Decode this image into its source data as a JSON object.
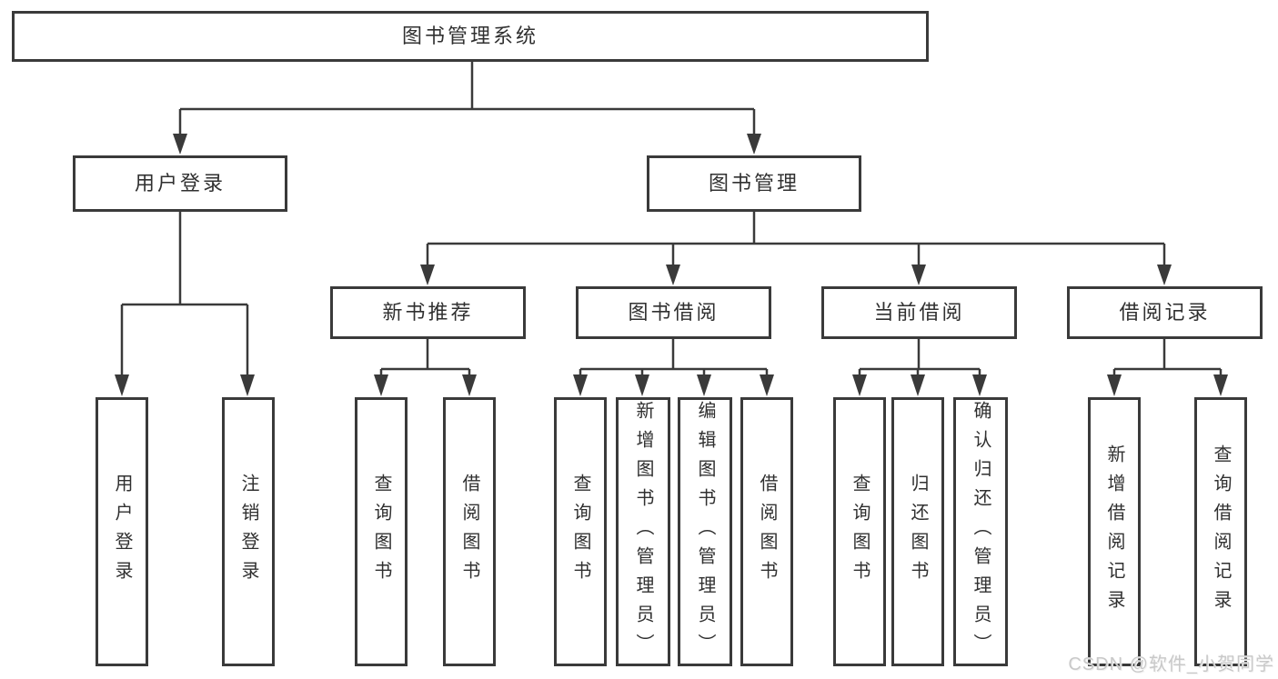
{
  "diagram": {
    "type": "hierarchy",
    "nodes": {
      "root": "图书管理系统",
      "user_login": "用户登录",
      "book_management": "图书管理",
      "new_book_recommend": "新书推荐",
      "book_borrow": "图书借阅",
      "current_borrow": "当前借阅",
      "borrow_records": "借阅记录",
      "leaf_user_login": "用户登录",
      "leaf_logout": "注销登录",
      "leaf_rec_query_books": "查询图书",
      "leaf_rec_borrow_books": "借阅图书",
      "leaf_bb_query_books": "查询图书",
      "leaf_bb_add_books_admin": "新增图书（管理员）",
      "leaf_bb_edit_books_admin": "编辑图书（管理员）",
      "leaf_bb_borrow_books": "借阅图书",
      "leaf_cb_query_books": "查询图书",
      "leaf_cb_return_books": "归还图书",
      "leaf_cb_confirm_return_admin": "确认归还（管理员）",
      "leaf_br_add_record": "新增借阅记录",
      "leaf_br_query_record": "查询借阅记录"
    },
    "edges": [
      [
        "root",
        "user_login"
      ],
      [
        "root",
        "book_management"
      ],
      [
        "user_login",
        "leaf_user_login"
      ],
      [
        "user_login",
        "leaf_logout"
      ],
      [
        "book_management",
        "new_book_recommend"
      ],
      [
        "book_management",
        "book_borrow"
      ],
      [
        "book_management",
        "current_borrow"
      ],
      [
        "book_management",
        "borrow_records"
      ],
      [
        "new_book_recommend",
        "leaf_rec_query_books"
      ],
      [
        "new_book_recommend",
        "leaf_rec_borrow_books"
      ],
      [
        "book_borrow",
        "leaf_bb_query_books"
      ],
      [
        "book_borrow",
        "leaf_bb_add_books_admin"
      ],
      [
        "book_borrow",
        "leaf_bb_edit_books_admin"
      ],
      [
        "book_borrow",
        "leaf_bb_borrow_books"
      ],
      [
        "current_borrow",
        "leaf_cb_query_books"
      ],
      [
        "current_borrow",
        "leaf_cb_return_books"
      ],
      [
        "current_borrow",
        "leaf_cb_confirm_return_admin"
      ],
      [
        "borrow_records",
        "leaf_br_add_record"
      ],
      [
        "borrow_records",
        "leaf_br_query_record"
      ]
    ],
    "colors": {
      "line": "#3a3a3a",
      "box_border": "#3a3a3a",
      "text": "#303030",
      "background": "#ffffff",
      "watermark_text": "#c9c9c9"
    }
  },
  "watermark": "CSDN @软件_小贺同学"
}
